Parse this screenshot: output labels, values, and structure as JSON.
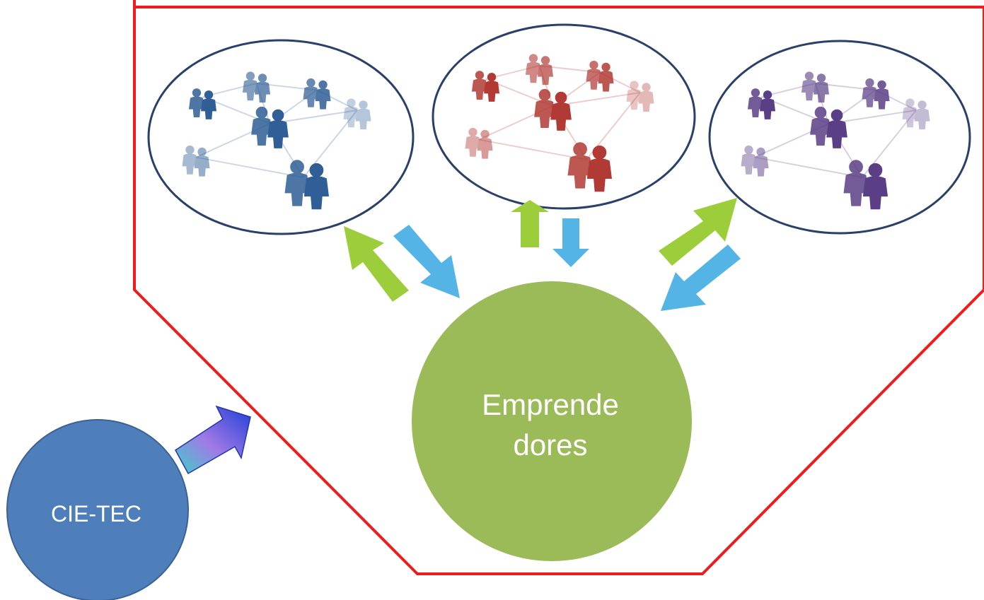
{
  "emprendedores": {
    "line1": "Emprende",
    "line2": "dores"
  },
  "cietec": {
    "label": "CIE-TEC"
  },
  "colors": {
    "boundary": "#ee1c1c",
    "emprendedores_fill": "#9bbb59",
    "cietec_fill": "#4f7fba",
    "ellipse_stroke": "#2a3f6a",
    "arrow_out": "#9ccd3a",
    "arrow_in": "#55b4e6",
    "network_left": "#2f5f96",
    "network_center": "#b23a35",
    "network_right": "#5a3f86"
  },
  "networks": [
    {
      "name": "network-left",
      "icon": "people-network",
      "tone": "blue"
    },
    {
      "name": "network-center",
      "icon": "people-network",
      "tone": "red"
    },
    {
      "name": "network-right",
      "icon": "people-network",
      "tone": "purple"
    }
  ]
}
